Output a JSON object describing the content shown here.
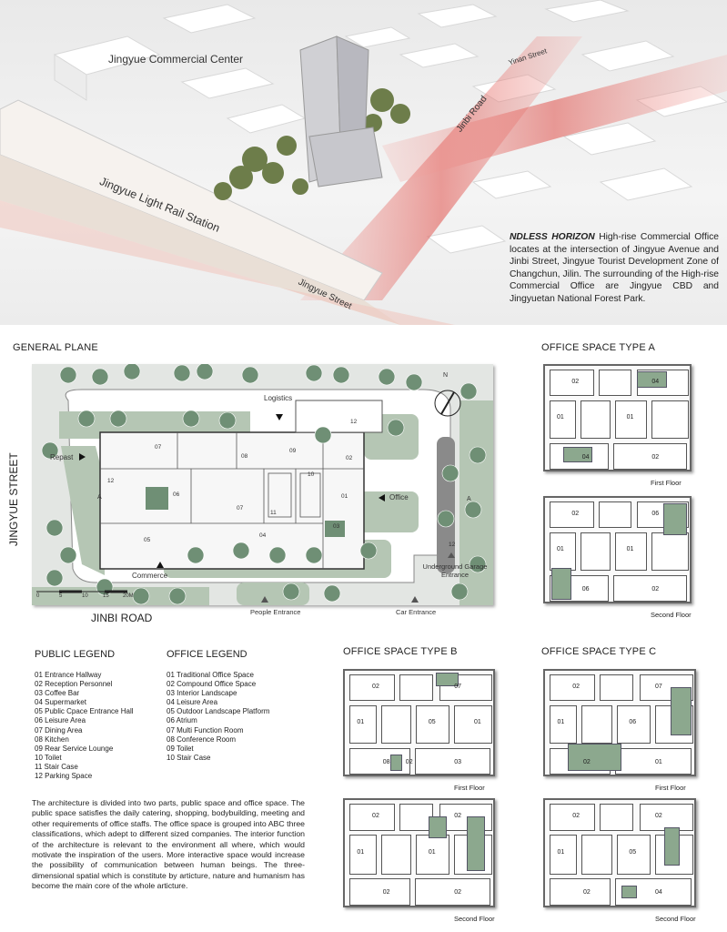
{
  "aerial": {
    "labels": {
      "commercial_center": "Jingyue Commercial Center",
      "yinan_street": "Yinan Street",
      "jinbi_road": "Jinbi Road",
      "rail_station": "Jingyue Light Rail Station",
      "jingyue_street": "Jingyue Street"
    },
    "description": {
      "title": "NDLESS HORIZON",
      "text": " High-rise Commercial Office locates at the intersection of Jingyue Avenue and Jinbi Street, Jingyue Tourist Development Zone of Changchun, Jilin. The surrounding of the High-rise Commercial Office are Jingyue CBD and Jingyuetan National Forest Park."
    }
  },
  "general_plane": {
    "title": "GENERAL PLANE",
    "street_left": "JINGYUE STREET",
    "road_bottom": "JINBI ROAD",
    "north": "N",
    "entrances": {
      "logistics": "Logistics",
      "repast": "Repast",
      "office": "Office",
      "commerce": "Commerce",
      "garage": "Underground Garage Entrance",
      "people": "People Entrance",
      "car": "Car Entrance"
    },
    "section_marks": [
      "A",
      "A"
    ],
    "scale": [
      "0",
      "5",
      "10",
      "15",
      "20M"
    ],
    "rooms": [
      "07",
      "08",
      "09",
      "12",
      "02",
      "12",
      "06",
      "07",
      "11",
      "10",
      "01",
      "05",
      "04",
      "03",
      "12"
    ]
  },
  "public_legend": {
    "title": "PUBLIC LEGEND",
    "items": [
      "01  Entrance Hallway",
      "02  Reception Personnel",
      "03  Coffee Bar",
      "04  Supermarket",
      "05  Public Cpace Entrance Hall",
      "06  Leisure Area",
      "07  Dining Area",
      "08  Kitchen",
      "09  Rear Service Lounge",
      "10  Toilet",
      "11  Stair Case",
      "12  Parking Space"
    ]
  },
  "office_legend": {
    "title": "OFFICE LEGEND",
    "items": [
      "01  Traditional Office Space",
      "02  Compound Office Space",
      "03  Interior Landscape",
      "04  Leisure Area",
      "05  Outdoor Landscape Platform",
      "06  Atrium",
      "07  Multi Function Room",
      "08  Conference Room",
      "09  Toilet",
      "10  Stair Case"
    ]
  },
  "paragraph": "The architecture is divided into two parts, public space and office space. The public space satisfies the daily catering, shopping, bodybuilding, meeting and other requirements of office staffs. The office space is grouped into ABC three classifications, which adept to different sized companies. The interior function of the architecture is relevant to the environment all where, which would motivate the inspiration of the users. More interactive space would increase the possibility of communication between human beings. The three- dimensional spatial which is constitute by articture, nature and humanism has become the main core of the whole articture.",
  "office_types": {
    "a": {
      "title": "OFFICE SPACE TYPE A",
      "first": {
        "caption": "First Floor",
        "rooms": [
          "02",
          "04",
          "01",
          "01",
          "04",
          "02"
        ]
      },
      "second": {
        "caption": "Second Floor",
        "rooms": [
          "02",
          "06",
          "01",
          "01",
          "06",
          "02"
        ]
      }
    },
    "b": {
      "title": "OFFICE SPACE TYPE B",
      "first": {
        "caption": "First Floor",
        "rooms": [
          "02",
          "07",
          "01",
          "05",
          "08",
          "03",
          "02",
          "01"
        ]
      },
      "second": {
        "caption": "Second Floor",
        "rooms": [
          "02",
          "02",
          "01",
          "01",
          "02",
          "02"
        ]
      }
    },
    "c": {
      "title": "OFFICE SPACE TYPE C",
      "first": {
        "caption": "First Floor",
        "rooms": [
          "02",
          "07",
          "01",
          "06",
          "02",
          "01"
        ]
      },
      "second": {
        "caption": "Second Floor",
        "rooms": [
          "02",
          "02",
          "01",
          "05",
          "02",
          "04"
        ]
      }
    }
  },
  "colors": {
    "green": "#8ca88e",
    "tree": "#6f8f75",
    "road_red": "#e0504a"
  }
}
